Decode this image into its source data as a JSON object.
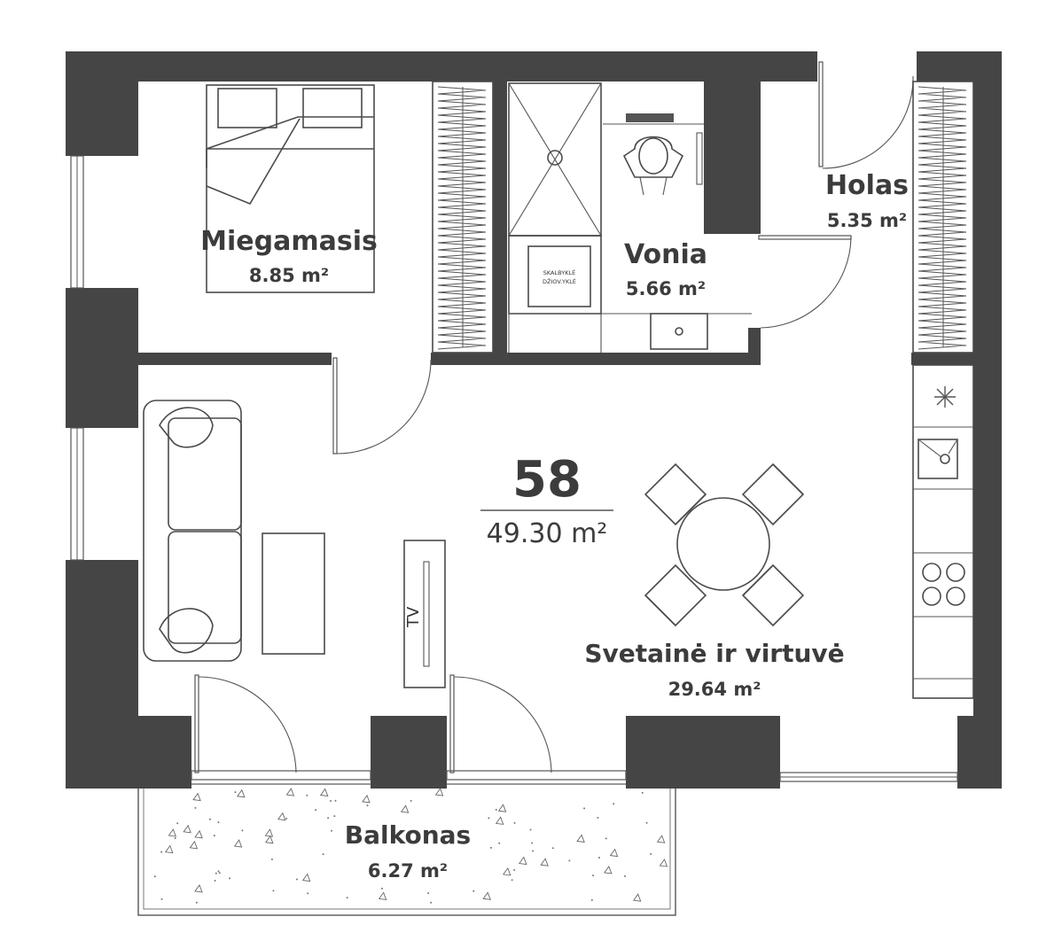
{
  "apartment": {
    "number": "58",
    "total_area": "49.30 m²"
  },
  "rooms": {
    "bedroom": {
      "name": "Miegamasis",
      "area": "8.85 m²"
    },
    "bathroom": {
      "name": "Vonia",
      "area": "5.66 m²"
    },
    "hall": {
      "name": "Holas",
      "area": "5.35 m²"
    },
    "living": {
      "name": "Svetainė ir virtuvė",
      "area": "29.64 m²"
    },
    "balcony": {
      "name": "Balkonas",
      "area": "6.27 m²"
    }
  },
  "fixtures": {
    "washer_label_line1": "SKALBYKLĖ",
    "washer_label_line2": "DŽIOV.YKLĖ",
    "tv_label": "TV"
  },
  "colors": {
    "wall": "#454545",
    "line": "#4a4a4a",
    "text": "#3c3c3c"
  }
}
